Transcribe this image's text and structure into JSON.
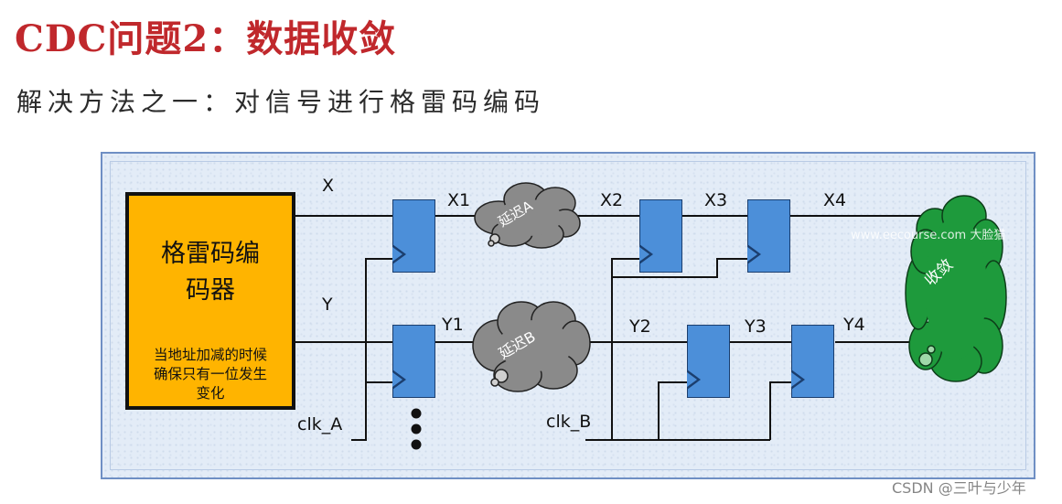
{
  "title": "CDC问题2：数据收敛",
  "subtitle": "解决方法之一：对信号进行格雷码编码",
  "encoder": {
    "title_line1": "格雷码编",
    "title_line2": "码器",
    "note_line1": "当地址加减的时候",
    "note_line2": "确保只有一位发生",
    "note_line3": "变化"
  },
  "signals": {
    "x": "X",
    "y": "Y",
    "x1": "X1",
    "x2": "X2",
    "x3": "X3",
    "x4": "X4",
    "y1": "Y1",
    "y2": "Y2",
    "y3": "Y3",
    "y4": "Y4",
    "clk_a": "clk_A",
    "clk_b": "clk_B"
  },
  "clouds": {
    "delay_a": "延迟A",
    "delay_b": "延迟B",
    "converge": "收敛"
  },
  "colors": {
    "title": "#c0282c",
    "encoder": "#ffb400",
    "flipflop": "#4c8fd9",
    "delay_cloud": "#8a8a8a",
    "converge_cloud": "#1e9a3c"
  },
  "watermark_inner": "www.eecourse.com 大脸猫",
  "watermark_footer": "CSDN @三叶与少年"
}
